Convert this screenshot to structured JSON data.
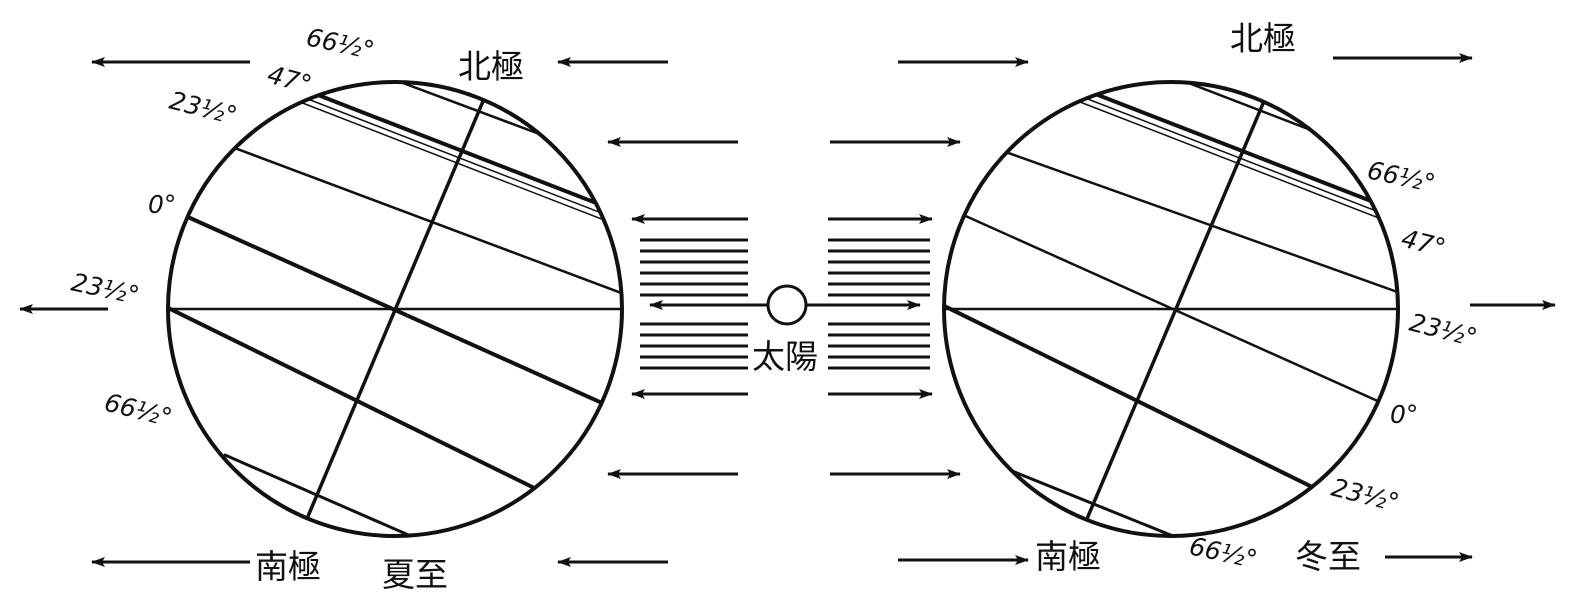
{
  "labels": {
    "sun": "太陽",
    "north_pole": "北極",
    "south_pole": "南極",
    "summer_solstice": "夏至",
    "winter_solstice": "冬至"
  },
  "latitudes": {
    "lat_66_5": "66½°",
    "lat_47": "47°",
    "lat_23_5": "23½°",
    "lat_0": "0°"
  },
  "colors": {
    "ink": "#111111",
    "paper": "#ffffff"
  },
  "icons": {
    "sun": "sun-icon",
    "ray": "arrow-icon"
  }
}
